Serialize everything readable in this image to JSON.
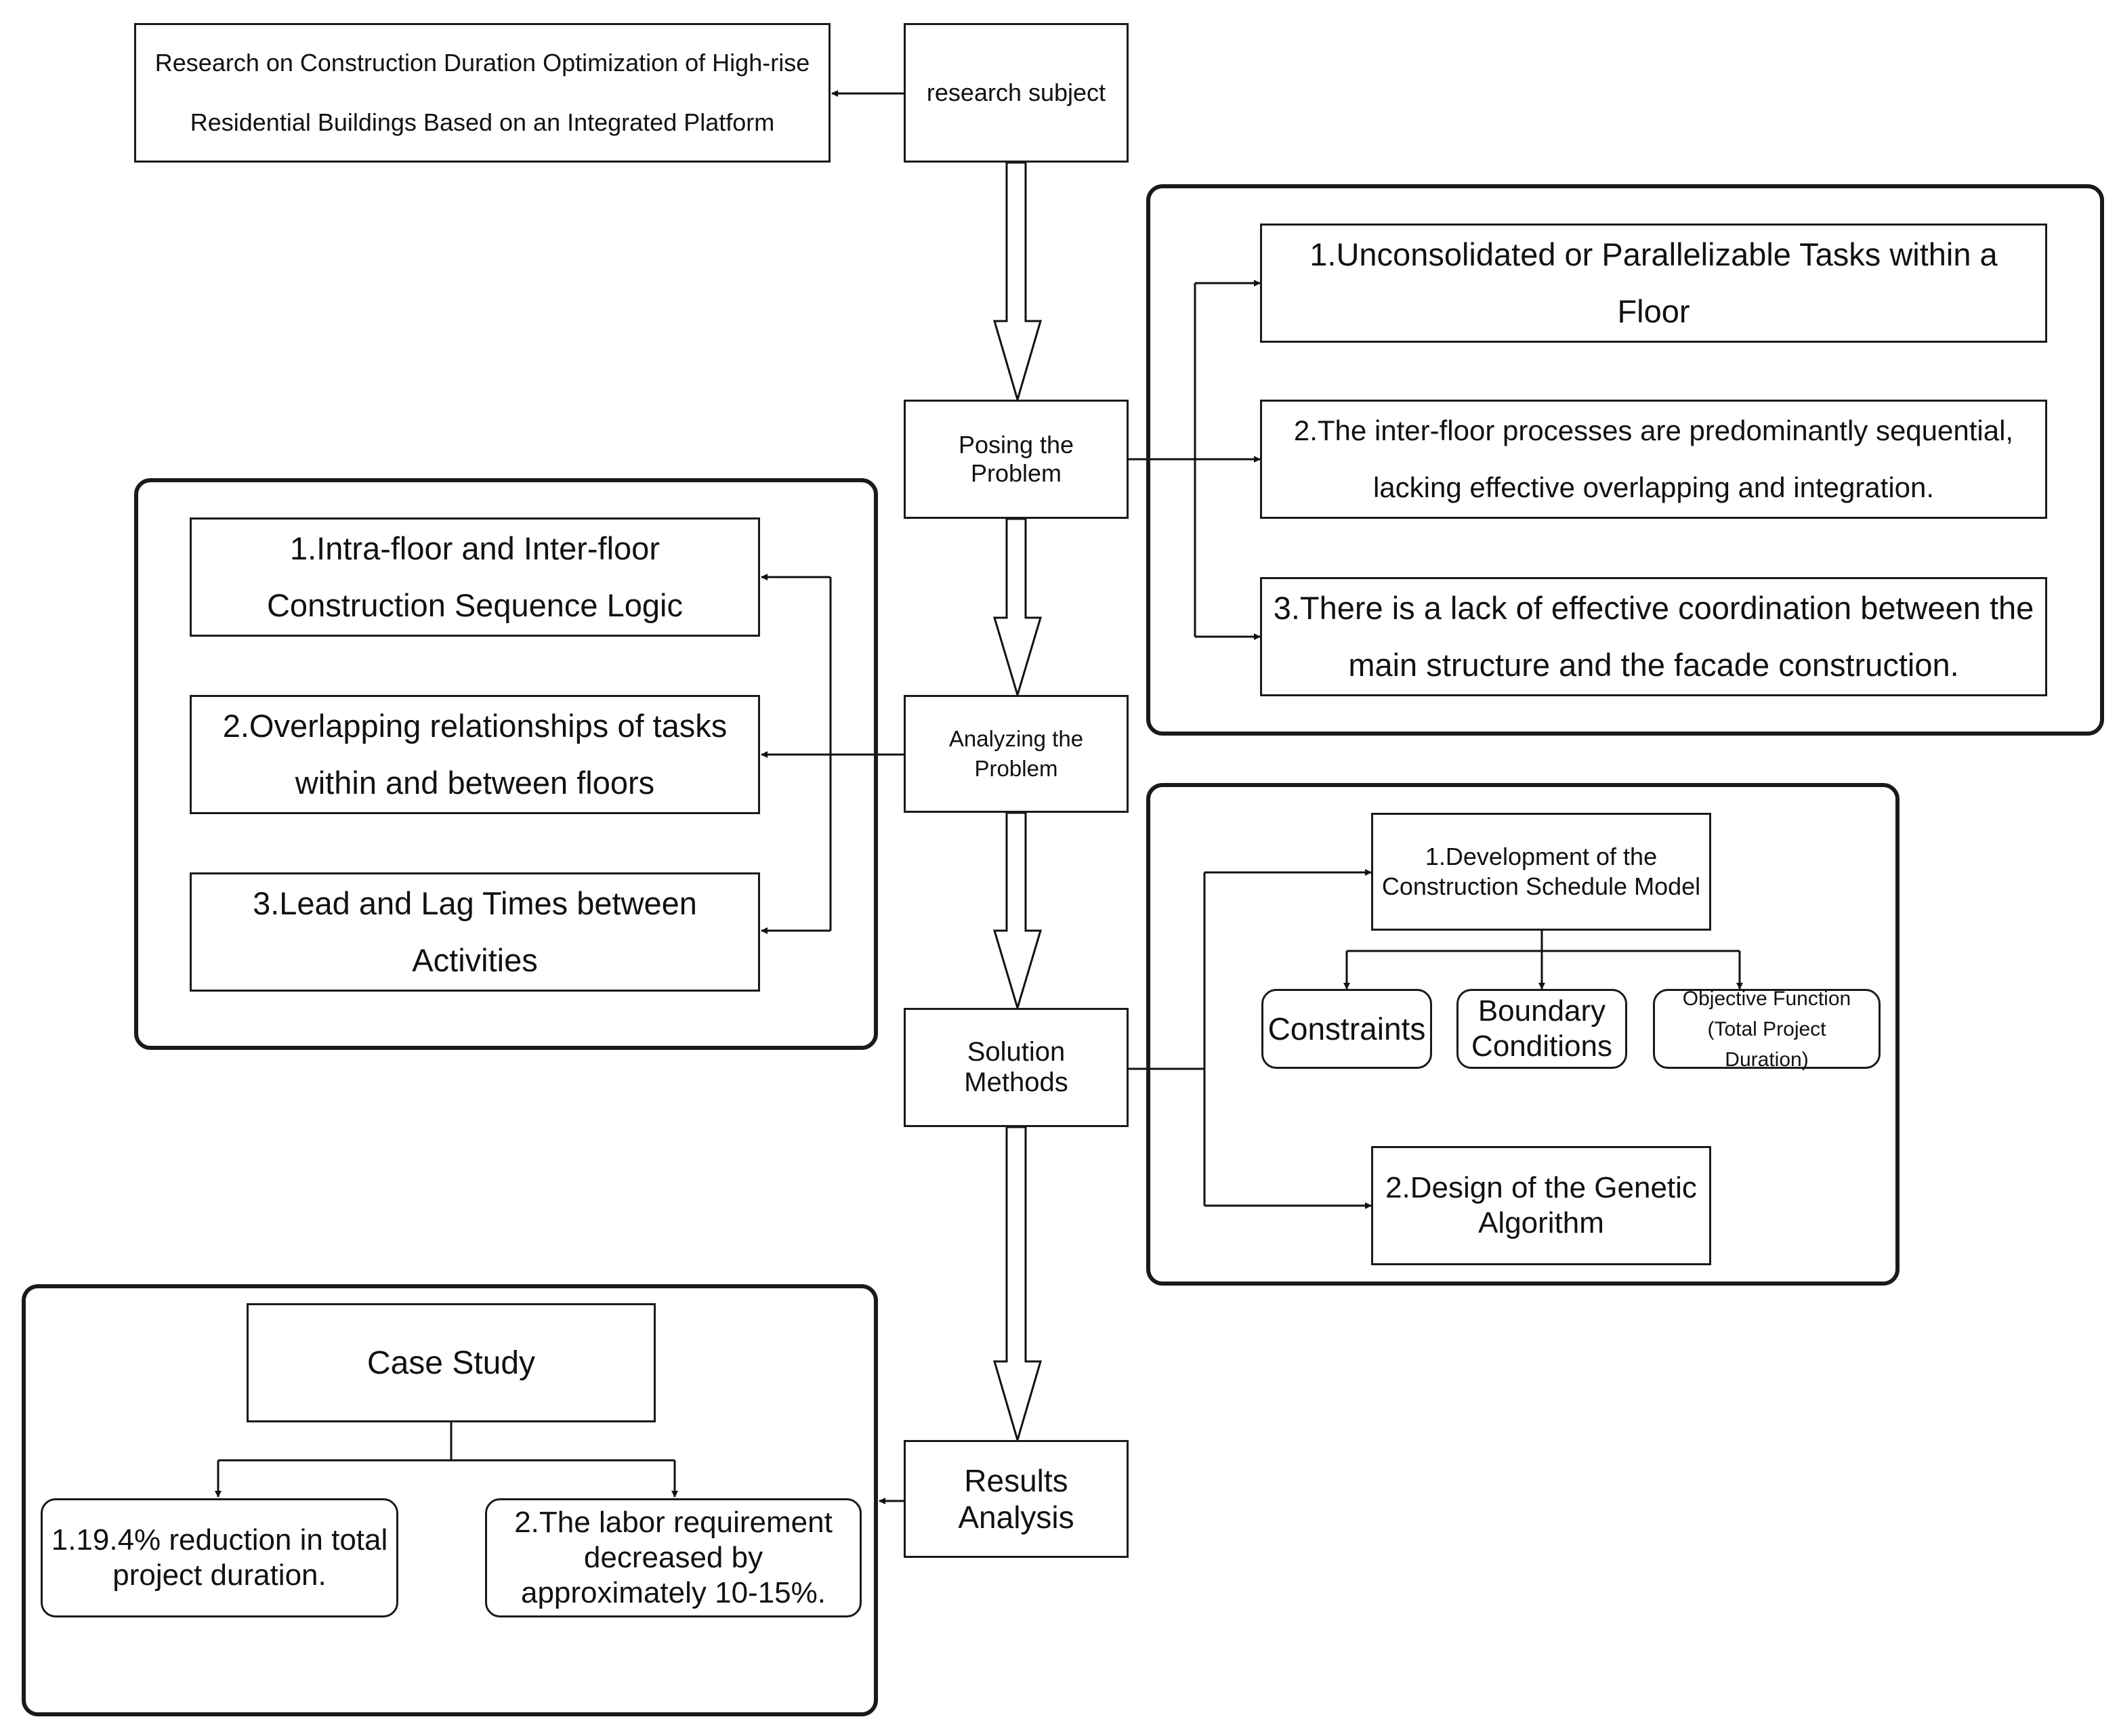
{
  "diagram": {
    "title_box": "Research on Construction Duration Optimization of High-rise\nResidential Buildings Based on an Integrated Platform",
    "spine": {
      "research_subject": "research subject",
      "posing": "Posing the Problem",
      "analyzing": "Analyzing the Problem",
      "solution": "Solution Methods",
      "results": "Results Analysis"
    },
    "problems": [
      "1.Unconsolidated or Parallelizable Tasks within a Floor",
      "2.The inter-floor processes are predominantly sequential,\nlacking effective overlapping and integration.",
      "3.There is a lack of effective coordination between the\nmain structure and the facade construction."
    ],
    "analysis": [
      "1.Intra-floor and Inter-floor\nConstruction Sequence Logic",
      "2.Overlapping relationships of tasks\nwithin and between floors",
      "3.Lead and Lag Times between\nActivities"
    ],
    "solution": {
      "model": "1.Development of the\nConstruction Schedule Model",
      "constraints": "Constraints",
      "boundary": "Boundary\nConditions",
      "objective": "Objective Function\n(Total Project Duration)",
      "genetic": "2.Design of the Genetic\nAlgorithm"
    },
    "case": {
      "title": "Case Study",
      "result1": "1.19.4% reduction in total\nproject duration.",
      "result2": "2.The labor requirement\ndecreased by\napproximately 10-15%."
    }
  }
}
